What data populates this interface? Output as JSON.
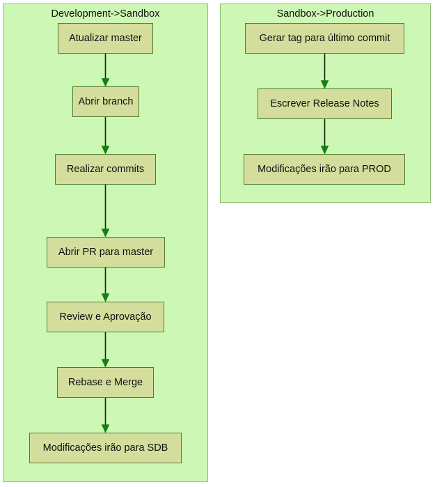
{
  "diagram": {
    "type": "flowchart",
    "orientation": "top-to-bottom",
    "colors": {
      "cluster_background": "#ccf7b4",
      "cluster_border": "#8fbf76",
      "node_background": "#d4dd9c",
      "node_border": "#4e7c2f",
      "edge_line": "#16250d",
      "arrowhead": "#13810e",
      "text": "#111111"
    },
    "clusters": [
      {
        "id": "development-sandbox",
        "title": "Development->Sandbox",
        "nodes": [
          {
            "id": "atualizar-master",
            "label": "Atualizar master"
          },
          {
            "id": "abrir-branch",
            "label": "Abrir branch"
          },
          {
            "id": "realizar-commits",
            "label": "Realizar commits"
          },
          {
            "id": "abrir-pr-para-master",
            "label": "Abrir PR para master"
          },
          {
            "id": "review-e-aprovacao",
            "label": "Review e Aprovação"
          },
          {
            "id": "rebase-e-merge",
            "label": "Rebase e Merge"
          },
          {
            "id": "modificacoes-irao-para-sdb",
            "label": "Modificações irão para SDB"
          }
        ],
        "edges": [
          {
            "from": "atualizar-master",
            "to": "abrir-branch"
          },
          {
            "from": "abrir-branch",
            "to": "realizar-commits"
          },
          {
            "from": "realizar-commits",
            "to": "abrir-pr-para-master"
          },
          {
            "from": "abrir-pr-para-master",
            "to": "review-e-aprovacao"
          },
          {
            "from": "review-e-aprovacao",
            "to": "rebase-e-merge"
          },
          {
            "from": "rebase-e-merge",
            "to": "modificacoes-irao-para-sdb"
          }
        ]
      },
      {
        "id": "sandbox-production",
        "title": "Sandbox->Production",
        "nodes": [
          {
            "id": "gerar-tag-para-ultimo-commit",
            "label": "Gerar tag para último commit"
          },
          {
            "id": "escrever-release-notes",
            "label": "Escrever Release Notes"
          },
          {
            "id": "modificacoes-irao-para-prod",
            "label": "Modificações irão para PROD"
          }
        ],
        "edges": [
          {
            "from": "gerar-tag-para-ultimo-commit",
            "to": "escrever-release-notes"
          },
          {
            "from": "escrever-release-notes",
            "to": "modificacoes-irao-para-prod"
          }
        ]
      }
    ]
  }
}
